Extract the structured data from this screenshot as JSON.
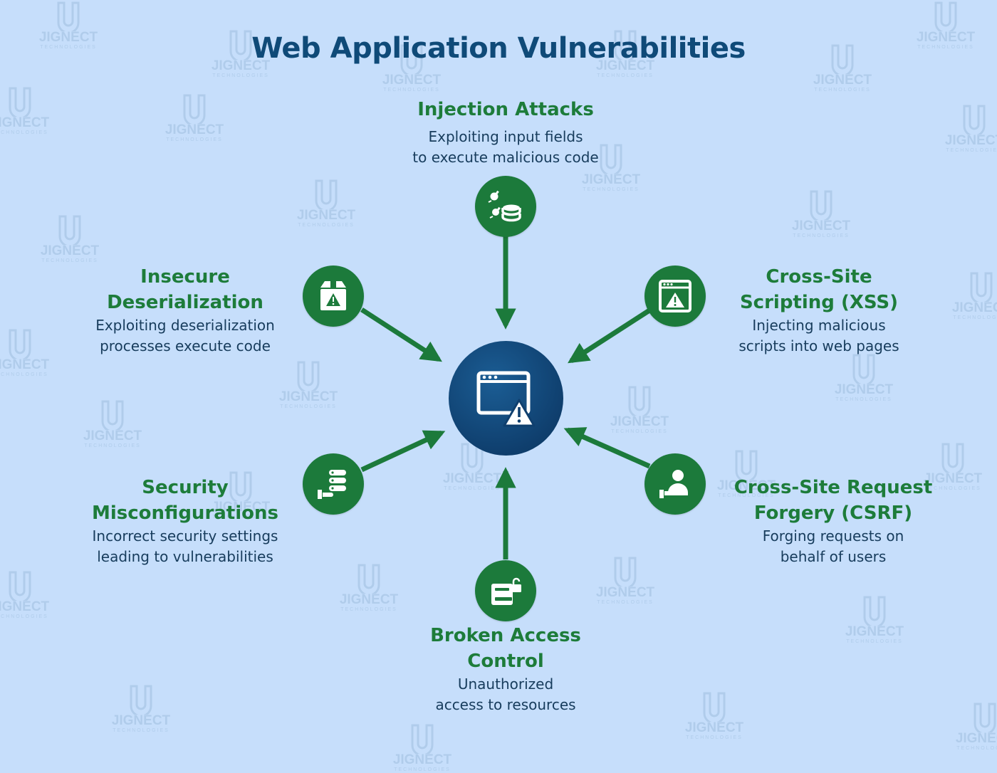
{
  "title": "Web Application Vulnerabilities",
  "watermark": {
    "brand": "JIGNECT",
    "sub": "TECHNOLOGIES"
  },
  "colors": {
    "background": "#c6defb",
    "title": "#0f4a78",
    "heading": "#1d7c3a",
    "description": "#173c5c",
    "node": "#1c7a3b",
    "center": "#0f3f6e",
    "arrow": "#1c7a3b"
  },
  "center": {
    "icon": "browser-warning-icon"
  },
  "items": {
    "injection": {
      "icon": "database-bomb-icon",
      "title_lines": [
        "Injection Attacks"
      ],
      "desc_lines": [
        "Exploiting input fields",
        "to execute malicious code"
      ]
    },
    "xss": {
      "icon": "browser-warning-icon",
      "title_lines": [
        "Cross-Site",
        "Scripting (XSS)"
      ],
      "desc_lines": [
        "Injecting malicious",
        "scripts into web pages"
      ]
    },
    "csrf": {
      "icon": "user-hand-icon",
      "title_lines": [
        "Cross-Site Request",
        "Forgery (CSRF)"
      ],
      "desc_lines": [
        "Forging requests on",
        "behalf of users"
      ]
    },
    "access": {
      "icon": "unlocked-door-icon",
      "title_lines": [
        "Broken Access",
        "Control"
      ],
      "desc_lines": [
        "Unauthorized",
        "access to resources"
      ]
    },
    "misconfig": {
      "icon": "server-hand-icon",
      "title_lines": [
        "Security",
        "Misconfigurations"
      ],
      "desc_lines": [
        "Incorrect security settings",
        "leading to vulnerabilities"
      ]
    },
    "deserial": {
      "icon": "package-warning-icon",
      "title_lines": [
        "Insecure",
        "Deserialization"
      ],
      "desc_lines": [
        "Exploiting deserialization",
        "processes execute code"
      ]
    }
  }
}
